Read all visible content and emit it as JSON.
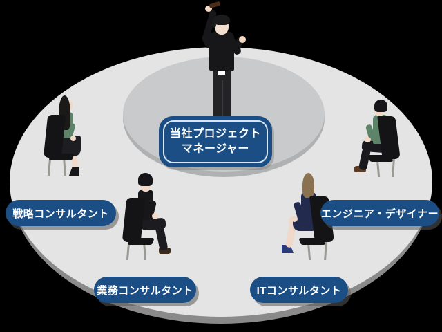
{
  "diagram": {
    "type": "hub-and-spoke-team-diagram",
    "background_color": "#000000",
    "stage": {
      "outer_disc_color": "#e4e4e4",
      "outer_disc_shadow_color": "#8a8a8a",
      "inner_platform_color": "#c9cacb",
      "inner_platform_shadow_color": "#b0b1b2"
    },
    "accent_color": "#1a4e85",
    "label_text_color": "#ffffff"
  },
  "center": {
    "name": "当社プロジェクトマネージャー",
    "line1": "当社プロジェクト",
    "line2": "マネージャー",
    "figure": "conductor-standing-on-podium"
  },
  "roles": [
    {
      "id": "strategy-consultant",
      "label": "戦略コンサルタント",
      "position": "left",
      "figure": "seated-woman-green-top"
    },
    {
      "id": "engineer-designer",
      "label": "エンジニア・デザイナー",
      "position": "right",
      "figure": "seated-man-green-shirt"
    },
    {
      "id": "business-consultant",
      "label": "業務コンサルタント",
      "position": "bottom-left",
      "figure": "seated-man-black-suit"
    },
    {
      "id": "it-consultant",
      "label": "ITコンサルタント",
      "position": "bottom-right",
      "figure": "seated-woman-navy-dress"
    }
  ],
  "figures": {
    "conductor": {
      "name": "conductor-figure",
      "suit_color": "#17171a",
      "shirt_color": "#fdfdfd",
      "skin_color": "#f3dfd0",
      "baton_color": "#4a2d1a"
    },
    "upper_left": {
      "name": "seated-woman-upper-left",
      "top_color": "#5d8468",
      "skirt_color": "#1d1d22",
      "hair_color": "#1c1a18"
    },
    "upper_right": {
      "name": "seated-man-upper-right",
      "shirt_color": "#5d8468",
      "pants_color": "#1a1a1e",
      "shoe_color": "#5c3c25"
    },
    "lower_left": {
      "name": "seated-man-lower-left",
      "suit_color": "#17171a",
      "hair_color": "#16161a"
    },
    "lower_right": {
      "name": "seated-woman-lower-right",
      "dress_color": "#222a4e",
      "hair_color": "#8a7250",
      "shoe_color": "#2b3a7a"
    }
  }
}
